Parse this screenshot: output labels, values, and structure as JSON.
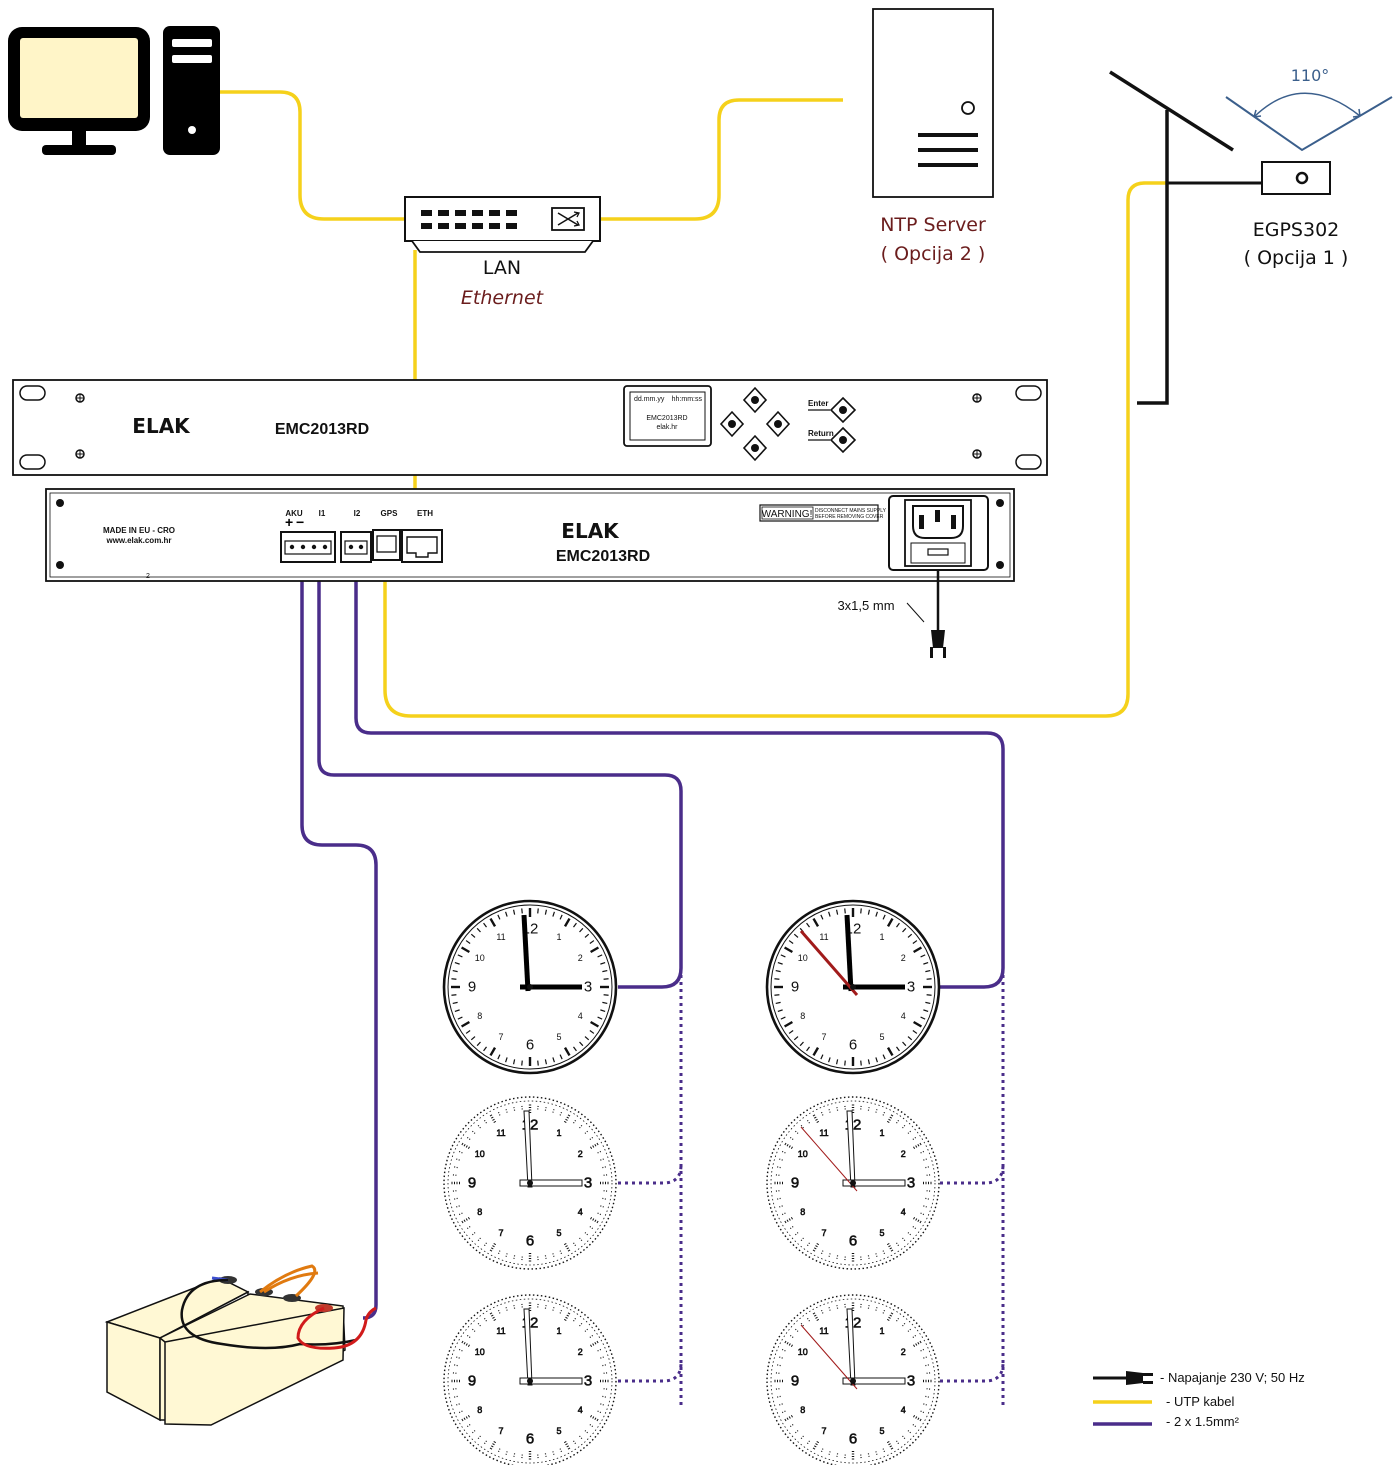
{
  "network": {
    "lan_label": "LAN",
    "ethernet_label": "Ethernet",
    "ntp_title": "NTP Server",
    "ntp_option": "( Opcija 2 )",
    "gps_title": "EGPS302",
    "gps_option": "( Opcija 1 )",
    "gps_angle": "110°"
  },
  "front_panel": {
    "logo": "ELAK",
    "model": "EMC2013RD",
    "display_date": "dd.mm.yy",
    "display_time": "hh:mm:ss",
    "display_model": "EMC2013RD",
    "display_site": "elak.hr",
    "enter_label": "Enter",
    "return_label": "Return"
  },
  "rear_panel": {
    "made_in": "MADE IN EU - CRO",
    "website": "www.elak.com.hr",
    "logo": "ELAK",
    "model": "EMC2013RD",
    "port_aku": "AKU",
    "port_i1": "I1",
    "port_i2": "I2",
    "port_gps": "GPS",
    "port_eth": "ETH",
    "warning_big": "WARNING!",
    "warning_line1": "DISCONNECT MAINS SUPPLY",
    "warning_line2": "BEFORE REMOVING COVER",
    "mark": "2",
    "power_cable": "3x1,5 mm"
  },
  "clock_face": {
    "numbers": [
      "12",
      "1",
      "2",
      "3",
      "4",
      "5",
      "6",
      "7",
      "8",
      "9",
      "10",
      "11"
    ]
  },
  "legend": {
    "items": [
      {
        "label": "- Napajanje 230 V; 50 Hz",
        "color": "#111111"
      },
      {
        "label": "- UTP kabel",
        "color": "#f5d11b"
      },
      {
        "label": "- 2 x 1.5mm²",
        "color": "#4a2d8a"
      }
    ]
  },
  "colors": {
    "utp": "#f5d11b",
    "wire": "#4a2d8a",
    "monitor_screen": "#fff5c8",
    "ntp_text": "#6b1d1d",
    "second_hand": "#a11b1b"
  }
}
